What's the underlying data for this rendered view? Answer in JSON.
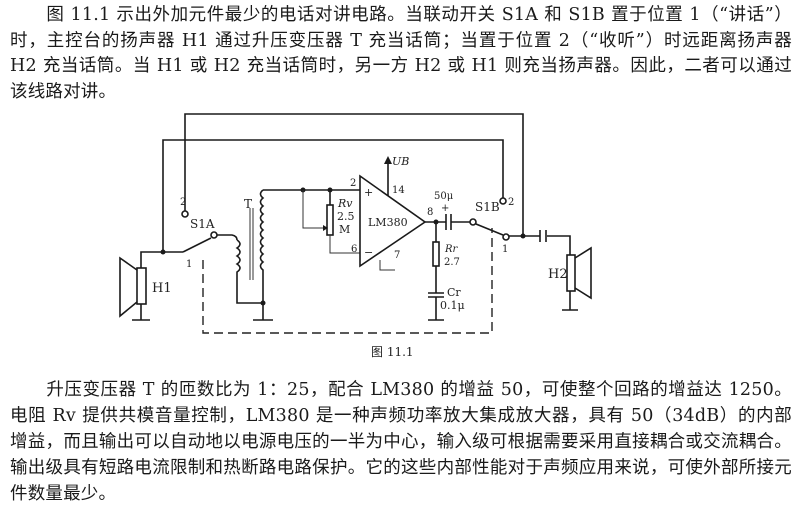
{
  "paragraphs": [
    "图 11.1 示出外加元件最少的电话对讲电路。当联动开关 S1A 和 S1B 置于位置 1（“讲话”）时，主控台的扬声器 H1 通过升压变压器 T 充当话筒；当置于位置 2（“收听”）时远距离扬声器 H2 充当话筒。当 H1 或 H2 充当话筒时，另一方 H2 或 H1 则充当扬声器。因此，二者可以通过该线路对讲。",
    "升压变压器 T 的匝数比为 1：25，配合 LM380 的增益 50，可使整个回路的增益达 1250。电阻 Rv 提供共模音量控制，LM380 是一种声频功率放大集成放大器，具有 50（34dB）的内部增益，而且输出可以自动地以电源电压的一半为中心，输入级可根据需要采用直接耦合或交流耦合。输出级具有短路电流限制和热断路电路保护。它的这些内部性能对于声频应用来说，可使外部所接元件数量最少。"
  ],
  "diagram": {
    "caption": "图 11.1",
    "labels": {
      "h1": "H1",
      "h2": "H2",
      "s1a": "S1A",
      "s1b": "S1B",
      "t": "T",
      "s1a_pos2": "2",
      "s1a_pos1": "1",
      "s1b_pos2": "2",
      "s1b_pos1": "1",
      "rv": "Rv",
      "rv_val1": "2.5",
      "rv_val2": "M",
      "ic": "LM380",
      "pin2": "2",
      "pin14": "14",
      "pin8": "8",
      "pin6": "6",
      "pin7": "7",
      "plus": "+",
      "minus": "−",
      "ub": "UB",
      "cap_out": "50μ",
      "cap_plus": "+",
      "rr": "Rr",
      "rr_val": "2.7",
      "cr": "Cr",
      "cr_val": "0.1μ"
    }
  }
}
